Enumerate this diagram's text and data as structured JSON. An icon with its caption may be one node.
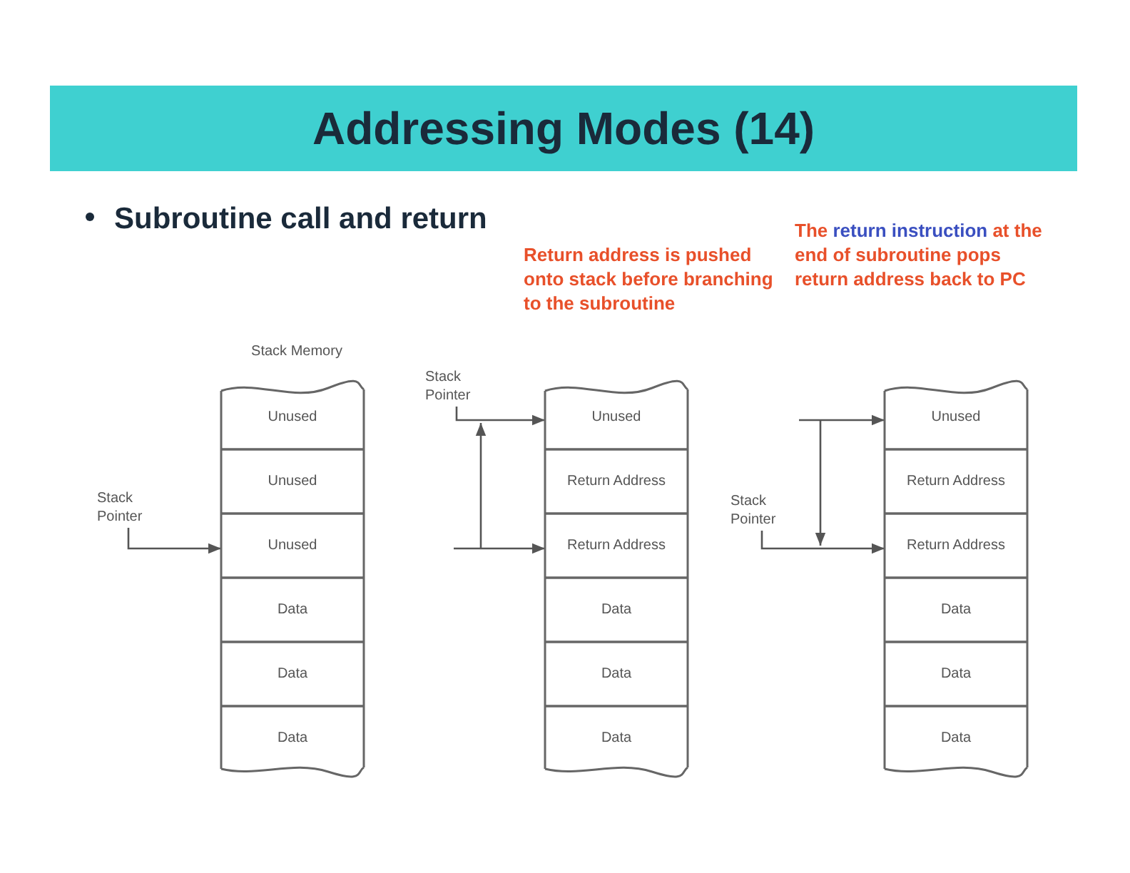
{
  "diagram": {
    "title": "Addressing Modes (14)",
    "nodes": [
      {
        "text": [
          "Unused"
        ]
      },
      {
        "text": [
          "Unused"
        ]
      },
      {
        "text": [
          "Unused"
        ]
      },
      {
        "text": [
          "Data"
        ]
      },
      {
        "text": [
          "Data"
        ]
      },
      {
        "text": [
          "Data"
        ]
      },
      {
        "text": [
          "Stack Pointer"
        ]
      },
      {
        "text": [
          "Stack Pointer"
        ]
      },
      {
        "text": [
          "Unused"
        ]
      },
      {
        "text": [
          "Return Address"
        ]
      },
      {
        "text": [
          "Return Address"
        ]
      },
      {
        "text": [
          "Data"
        ]
      },
      {
        "text": [
          "Data"
        ]
      },
      {
        "text": [
          "Data"
        ]
      },
      {
        "text": [
          "Unused"
        ]
      },
      {
        "text": [
          "Return Address"
        ]
      },
      {
        "text": [
          "Return Address"
        ]
      },
      {
        "text": [
          "Data"
        ]
      },
      {
        "text": [
          "Data"
        ]
      },
      {
        "text": [
          "Data"
        ]
      },
      {
        "text": [
          "Stack Pointer"
        ]
      }
    ],
    "edges": [
      {
        "from": 6,
        "to": 2,
        "arrow": "to"
      },
      {
        "from": 7,
        "to": 8,
        "arrow": "to"
      },
      {
        "from": null,
        "to": 10,
        "arrow": "to"
      },
      {
        "from": null,
        "to": 14,
        "arrow": "to"
      },
      {
        "from": 20,
        "to": 16,
        "arrow": "to"
      }
    ],
    "labels": [
      "Subroutine call and return",
      "Stack Memory",
      "Return address is pushed onto stack before branching to the subroutine",
      "The *return instruction* at the end of subroutine pops return address back to PC"
    ]
  }
}
